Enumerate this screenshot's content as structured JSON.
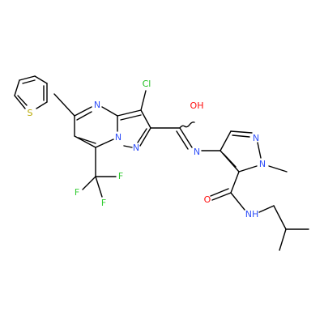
{
  "molecule": {
    "colors": {
      "bond": "#000000",
      "N": "#3050F8",
      "O": "#FF0D0D",
      "S": "#B8A800",
      "Cl": "#1FBF1F",
      "F": "#33CC33",
      "background": "#FFFFFF"
    },
    "atoms": [
      {
        "id": "cl",
        "label": "Cl",
        "element": "Cl"
      },
      {
        "id": "n_top",
        "label": "N",
        "element": "N"
      },
      {
        "id": "oh",
        "label": "OH",
        "element": "O"
      },
      {
        "id": "s",
        "label": "S",
        "element": "S"
      },
      {
        "id": "n_bridge",
        "label": "N",
        "element": "N"
      },
      {
        "id": "n_pyz",
        "label": "N",
        "element": "N"
      },
      {
        "id": "n_amide",
        "label": "N",
        "element": "N"
      },
      {
        "id": "n_ring2a",
        "label": "N",
        "element": "N"
      },
      {
        "id": "n_ring2b",
        "label": "N",
        "element": "N"
      },
      {
        "id": "f1",
        "label": "F",
        "element": "F"
      },
      {
        "id": "f2",
        "label": "F",
        "element": "F"
      },
      {
        "id": "f3",
        "label": "F",
        "element": "F"
      },
      {
        "id": "o_amide",
        "label": "O",
        "element": "O"
      },
      {
        "id": "nh",
        "label": "NH",
        "element": "N"
      }
    ]
  }
}
